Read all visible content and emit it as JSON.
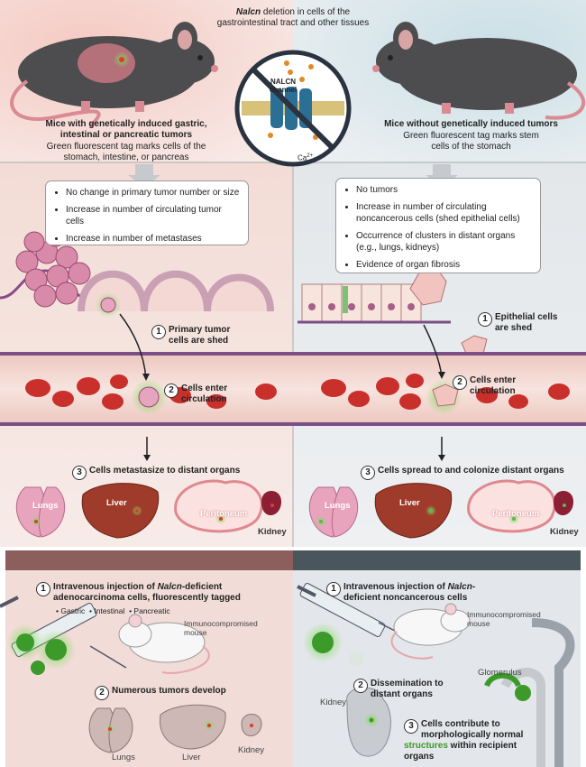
{
  "colors": {
    "tumor_panel": "#f4dcd4",
    "normal_panel": "#dfe4e8",
    "green": "#3b9a28",
    "blood": "#c9302c",
    "bottom_header_left": "#8c5f5c",
    "bottom_header_right": "#4a565e"
  },
  "header": {
    "center_italic": "Nalcn",
    "center_rest": " deletion in cells of the gastrointestinal tract and other tissues",
    "channel_label": "NALCN channel",
    "ion_label": "Ca",
    "ion_charge": "2+"
  },
  "left": {
    "title": "Mice with genetically induced gastric, intestinal or pancreatic tumors",
    "subtitle": "Green fluorescent tag marks cells of the stomach, intestine, or pancreas",
    "bullets": [
      "No change in primary tumor number or size",
      "Increase in number of circulating tumor cells",
      "Increase in number of metastases"
    ],
    "step1": {
      "num": "1",
      "text": "Primary tumor cells are shed"
    },
    "step2": {
      "num": "2",
      "text": "Cells enter circulation"
    },
    "step3": {
      "num": "3",
      "text": "Cells metastasize to distant organs"
    },
    "organs": [
      "Lungs",
      "Liver",
      "Peritoneum",
      "Kidney"
    ]
  },
  "right": {
    "title": "Mice without genetically induced tumors",
    "subtitle": "Green fluorescent tag marks stem cells of the stomach",
    "bullets": [
      "No tumors",
      "Increase in number of circulating noncancerous cells (shed epithelial cells)",
      "Occurrence of clusters in distant organs (e.g., lungs, kidneys)",
      "Evidence of organ fibrosis"
    ],
    "step1": {
      "num": "1",
      "text": "Epithelial cells are shed"
    },
    "step2": {
      "num": "2",
      "text": "Cells enter circulation"
    },
    "step3": {
      "num": "3",
      "text": "Cells spread to and colonize distant organs"
    },
    "organs": [
      "Lungs",
      "Liver",
      "Peritoneum",
      "Kidney"
    ]
  },
  "bottom_left": {
    "step1": {
      "num": "1",
      "pre": "Intravenous injection of ",
      "italic": "Nalcn",
      "post": "-deficient adenocarcinoma cells, fluorescently tagged"
    },
    "types": [
      "Gastric",
      "Intestinal",
      "Pancreatic"
    ],
    "mouse_label": "Immunocompromised mouse",
    "step2": {
      "num": "2",
      "text": "Numerous tumors develop"
    },
    "organs": [
      "Lungs",
      "Liver",
      "Kidney"
    ]
  },
  "bottom_right": {
    "step1": {
      "num": "1",
      "pre": "Intravenous injection of ",
      "italic": "Nalcn",
      "post": "-deficient noncancerous cells"
    },
    "mouse_label": "Immunocompromised mouse",
    "step2": {
      "num": "2",
      "text": "Dissemination to distant organs"
    },
    "kidney_label": "Kidney",
    "glomerulus_label": "Glomerulus",
    "step3": {
      "num": "3",
      "text_before": "Cells contribute to morphologically normal ",
      "text_green": "structures",
      "text_after": " within recipient organs"
    }
  }
}
